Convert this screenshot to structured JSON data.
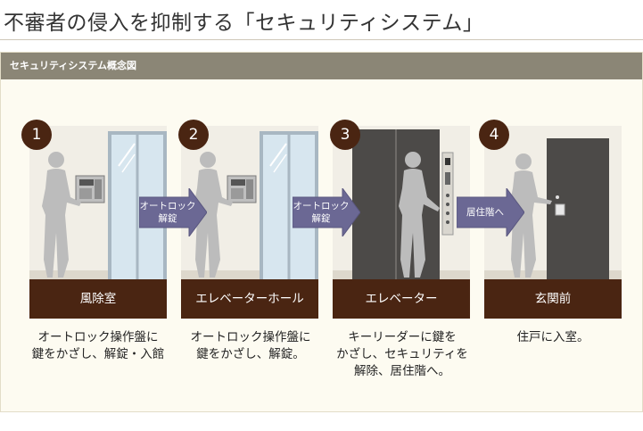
{
  "page": {
    "title": "不審者の侵入を抑制する「セキュリティシステム」"
  },
  "panel": {
    "header": "セキュリティシステム概念図"
  },
  "steps": [
    {
      "number": "1",
      "label": "風除室",
      "description_lines": [
        "オートロック操作盤に",
        "鍵をかざし、解錠・入館"
      ]
    },
    {
      "number": "2",
      "label": "エレベーターホール",
      "description_lines": [
        "オートロック操作盤に",
        "鍵をかざし、解錠。"
      ]
    },
    {
      "number": "3",
      "label": "エレベーター",
      "description_lines": [
        "キーリーダーに鍵を",
        "かざし、セキュリティを",
        "解除、居住階へ。"
      ]
    },
    {
      "number": "4",
      "label": "玄関前",
      "description_lines": [
        "住戸に入室。"
      ]
    }
  ],
  "arrows": [
    {
      "lines": [
        "オートロック",
        "解錠"
      ]
    },
    {
      "lines": [
        "オートロック",
        "解錠"
      ]
    },
    {
      "lines": [
        "居住階へ"
      ]
    }
  ],
  "colors": {
    "accent_brown": "#4a2512",
    "header_gray": "#8b8676",
    "arrow_purple": "#6b6894",
    "panel_bg": "#fdfbf1"
  }
}
